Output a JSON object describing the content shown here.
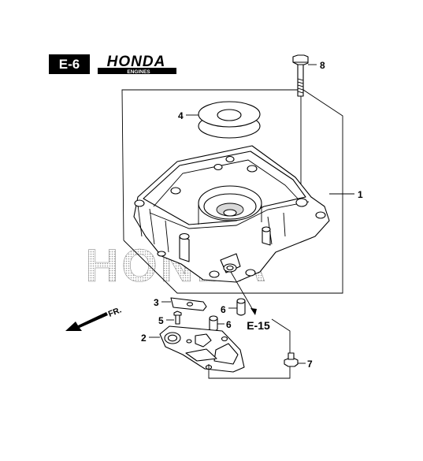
{
  "header": {
    "section_code": "E-6",
    "brand": "HONDA",
    "brand_sub": "ENGINES"
  },
  "watermark": "HONDA",
  "direction_label": "FR.",
  "reference": "E-15",
  "callouts": [
    "1",
    "2",
    "3",
    "4",
    "5",
    "6",
    "6",
    "7",
    "8"
  ],
  "colors": {
    "badge": "#000000",
    "line": "#000000",
    "watermark_dots": "#9a9a9a"
  }
}
